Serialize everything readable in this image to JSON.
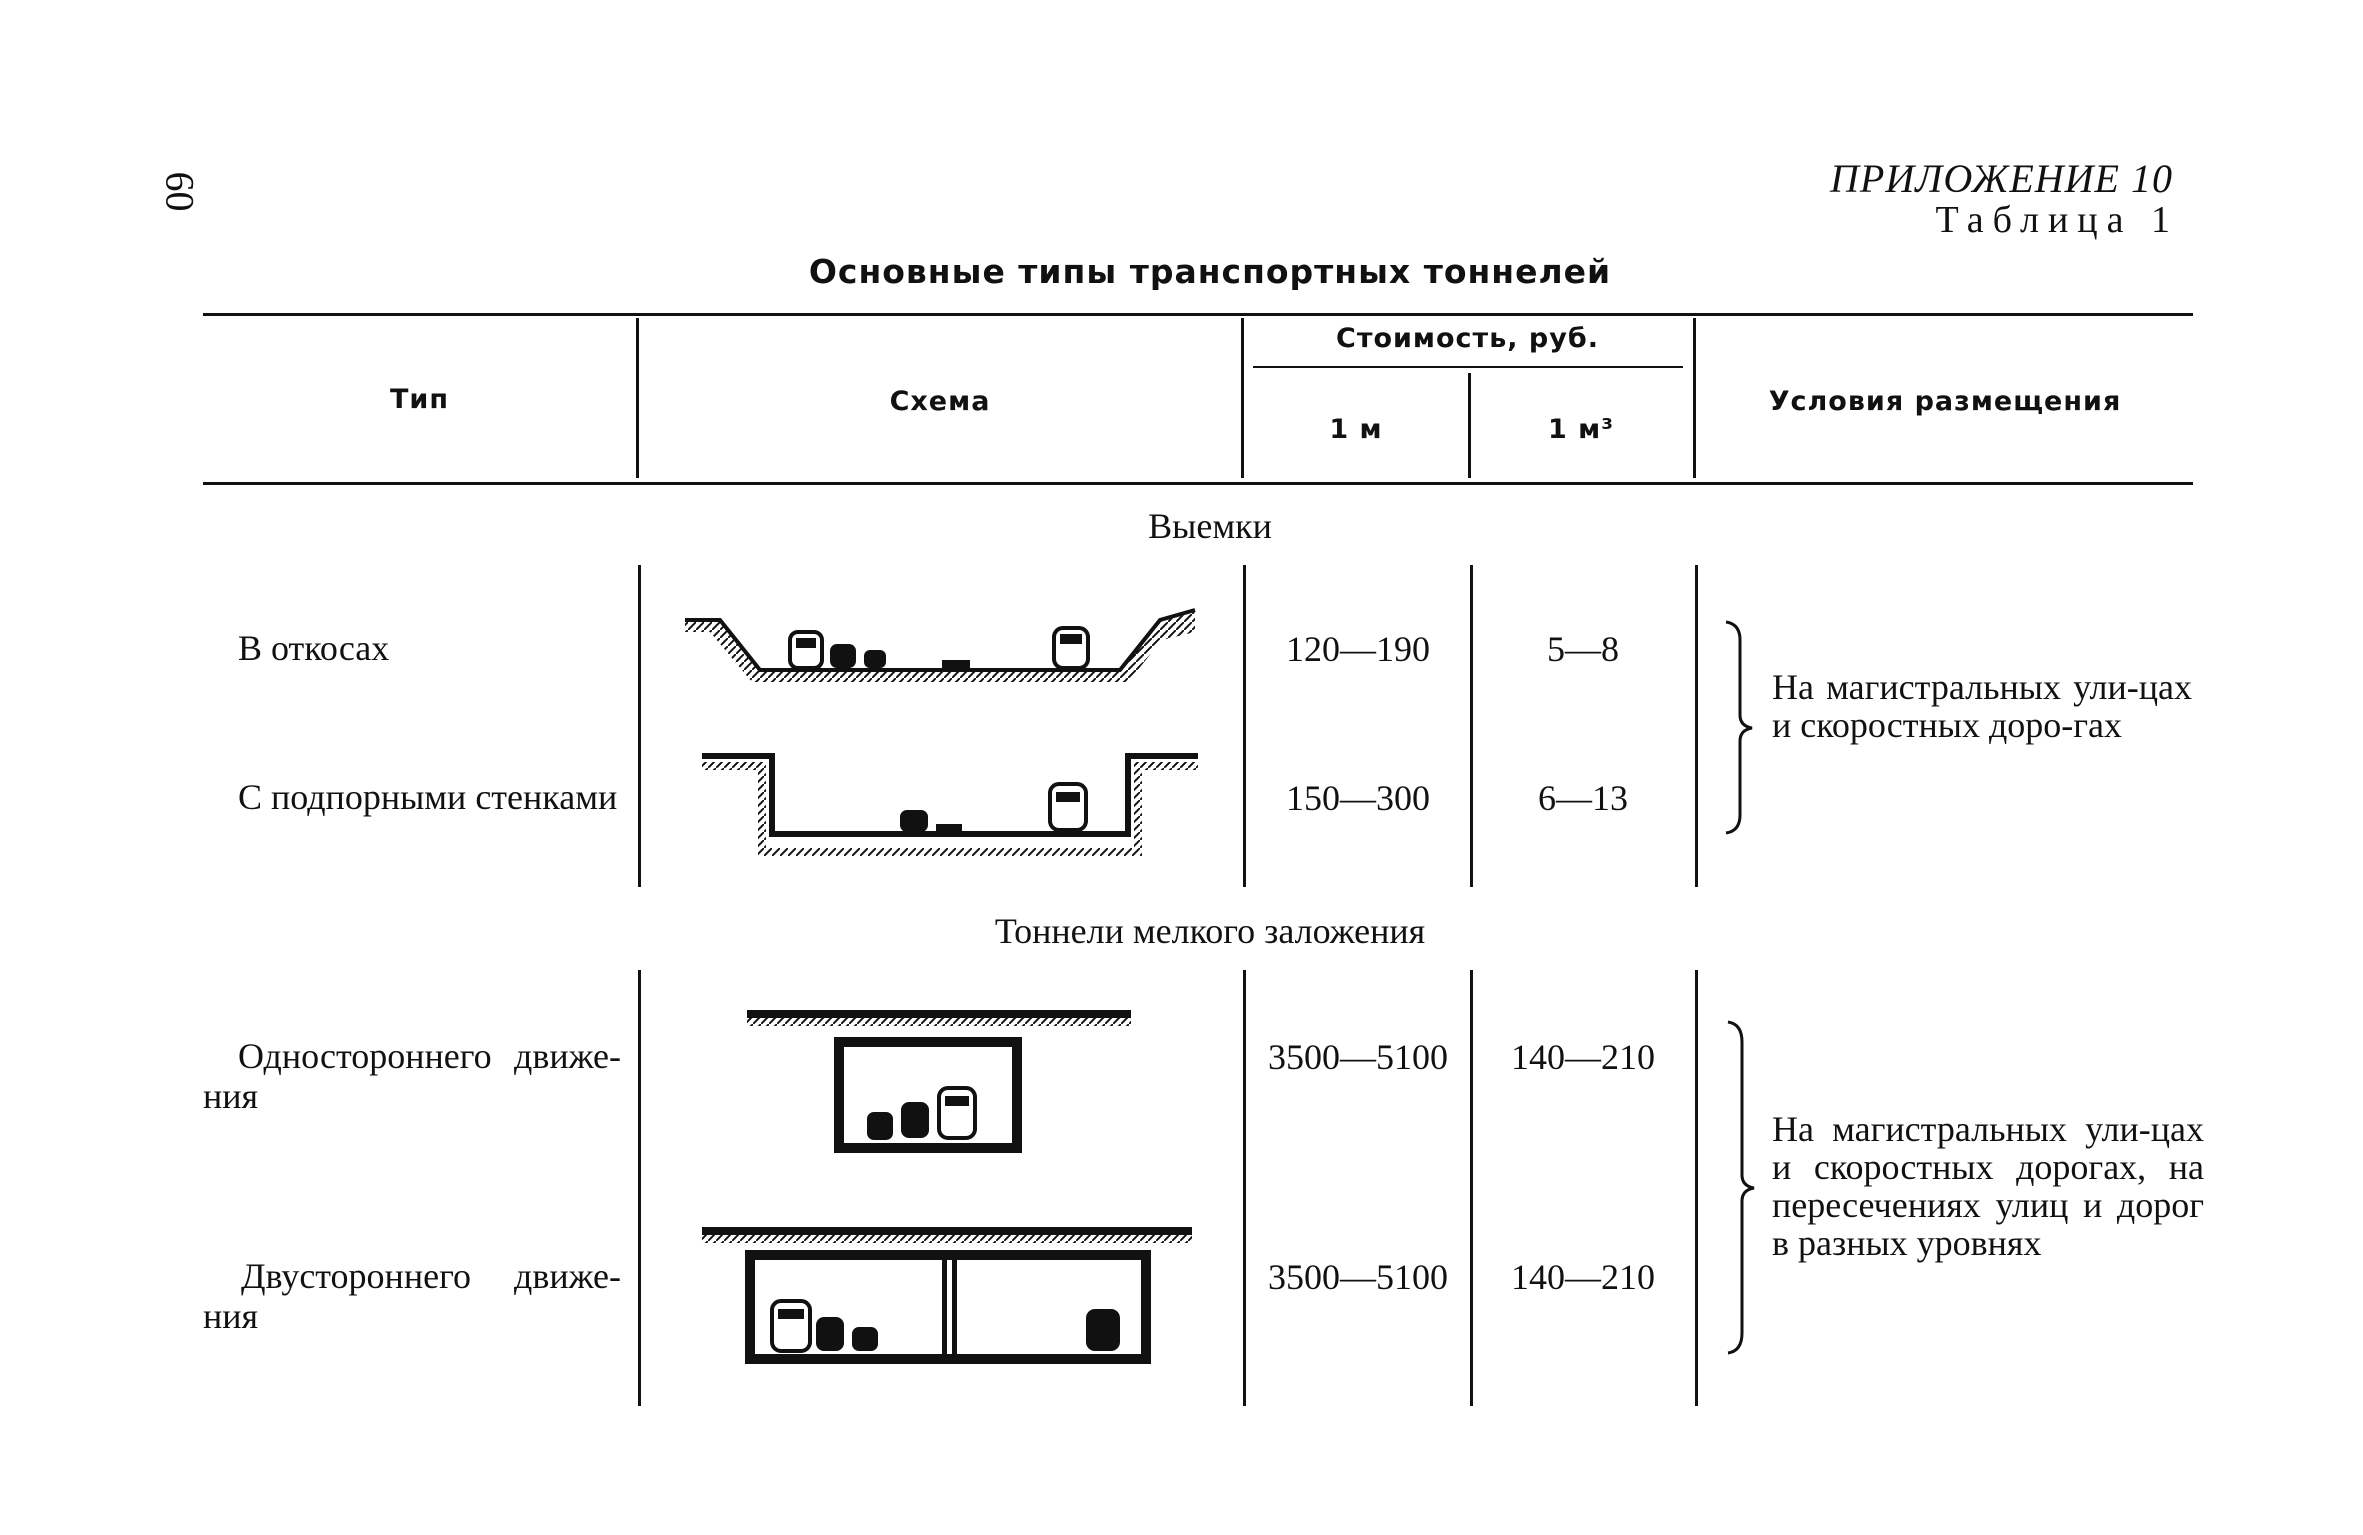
{
  "page": {
    "page_number": "60",
    "appendix": "ПРИЛОЖЕНИЕ 10",
    "table_label": "Таблица 1",
    "title": "Основные типы транспортных тоннелей"
  },
  "table": {
    "headers": {
      "type": "Тип",
      "scheme": "Схема",
      "cost": "Стоимость, руб.",
      "cost_per_m": "1 м",
      "cost_per_m3": "1 м³",
      "conditions": "Условия размещения"
    },
    "sections": [
      {
        "title": "Выемки",
        "rows": [
          {
            "type": "В откосах",
            "cost_m": "120—190",
            "cost_m3": "5—8"
          },
          {
            "type": "С подпорными стенками",
            "cost_m": "150—300",
            "cost_m3": "6—13"
          }
        ],
        "conditions": "На магистральных ули-цах и скоростных доро-гах"
      },
      {
        "title": "Тоннели мелкого заложения",
        "rows": [
          {
            "type": "Одностороннего движе-ния",
            "cost_m": "3500—5100",
            "cost_m3": "140—210"
          },
          {
            "type": "Двустороннего движе-ния",
            "cost_m": "3500—5100",
            "cost_m3": "140—210"
          }
        ],
        "conditions": "На магистральных ули-цах и скоростных дорогах, на пересечениях улиц и дорог в разных уровнях"
      }
    ]
  }
}
